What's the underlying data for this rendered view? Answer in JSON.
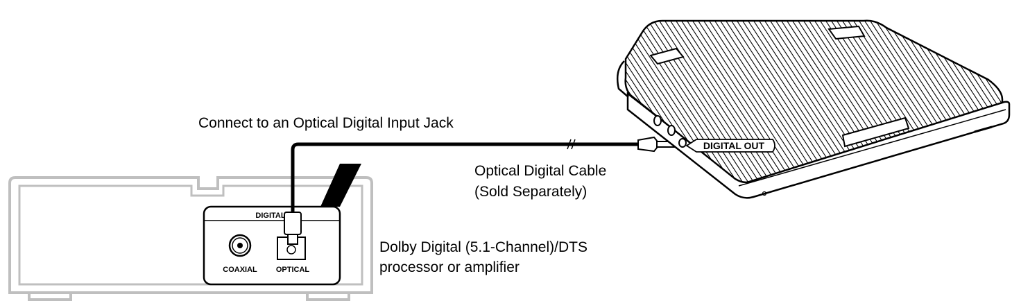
{
  "labels": {
    "connect_caption": "Connect to an Optical Digital Input Jack",
    "cable_line1": "Optical Digital Cable",
    "cable_line2": "(Sold Separately)",
    "device_line1": "Dolby Digital (5.1-Channel)/DTS",
    "device_line2": "processor or amplifier",
    "panel_title": "DIGITAL",
    "coaxial_jack": "COAXIAL",
    "optical_jack": "OPTICAL",
    "digital_out": "DIGITAL OUT"
  },
  "colors": {
    "ink": "#000000",
    "receiver_outline": "#bfbfbf",
    "background": "#ffffff"
  }
}
